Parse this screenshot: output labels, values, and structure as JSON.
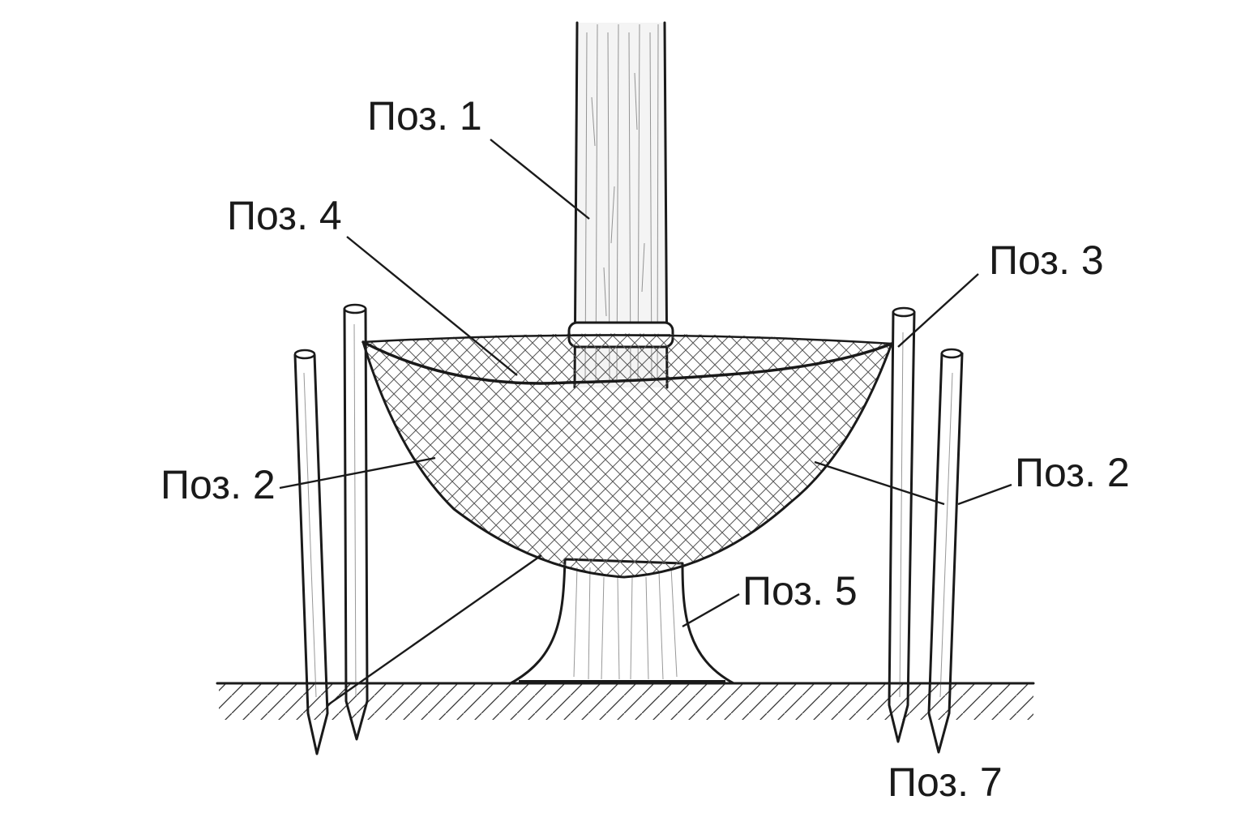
{
  "labels": {
    "poz1": "Поз. 1",
    "poz4": "Поз. 4",
    "poz3": "Поз. 3",
    "poz2_left": "Поз. 2",
    "poz2_right": "Поз. 2",
    "poz5": "Поз. 5",
    "poz7": "Поз. 7"
  },
  "colors": {
    "ink": "#1a1a1a",
    "net": "#555555",
    "wood": "#f2f2f2",
    "net_fill": "#e6e6e6",
    "background": "#ffffff"
  }
}
